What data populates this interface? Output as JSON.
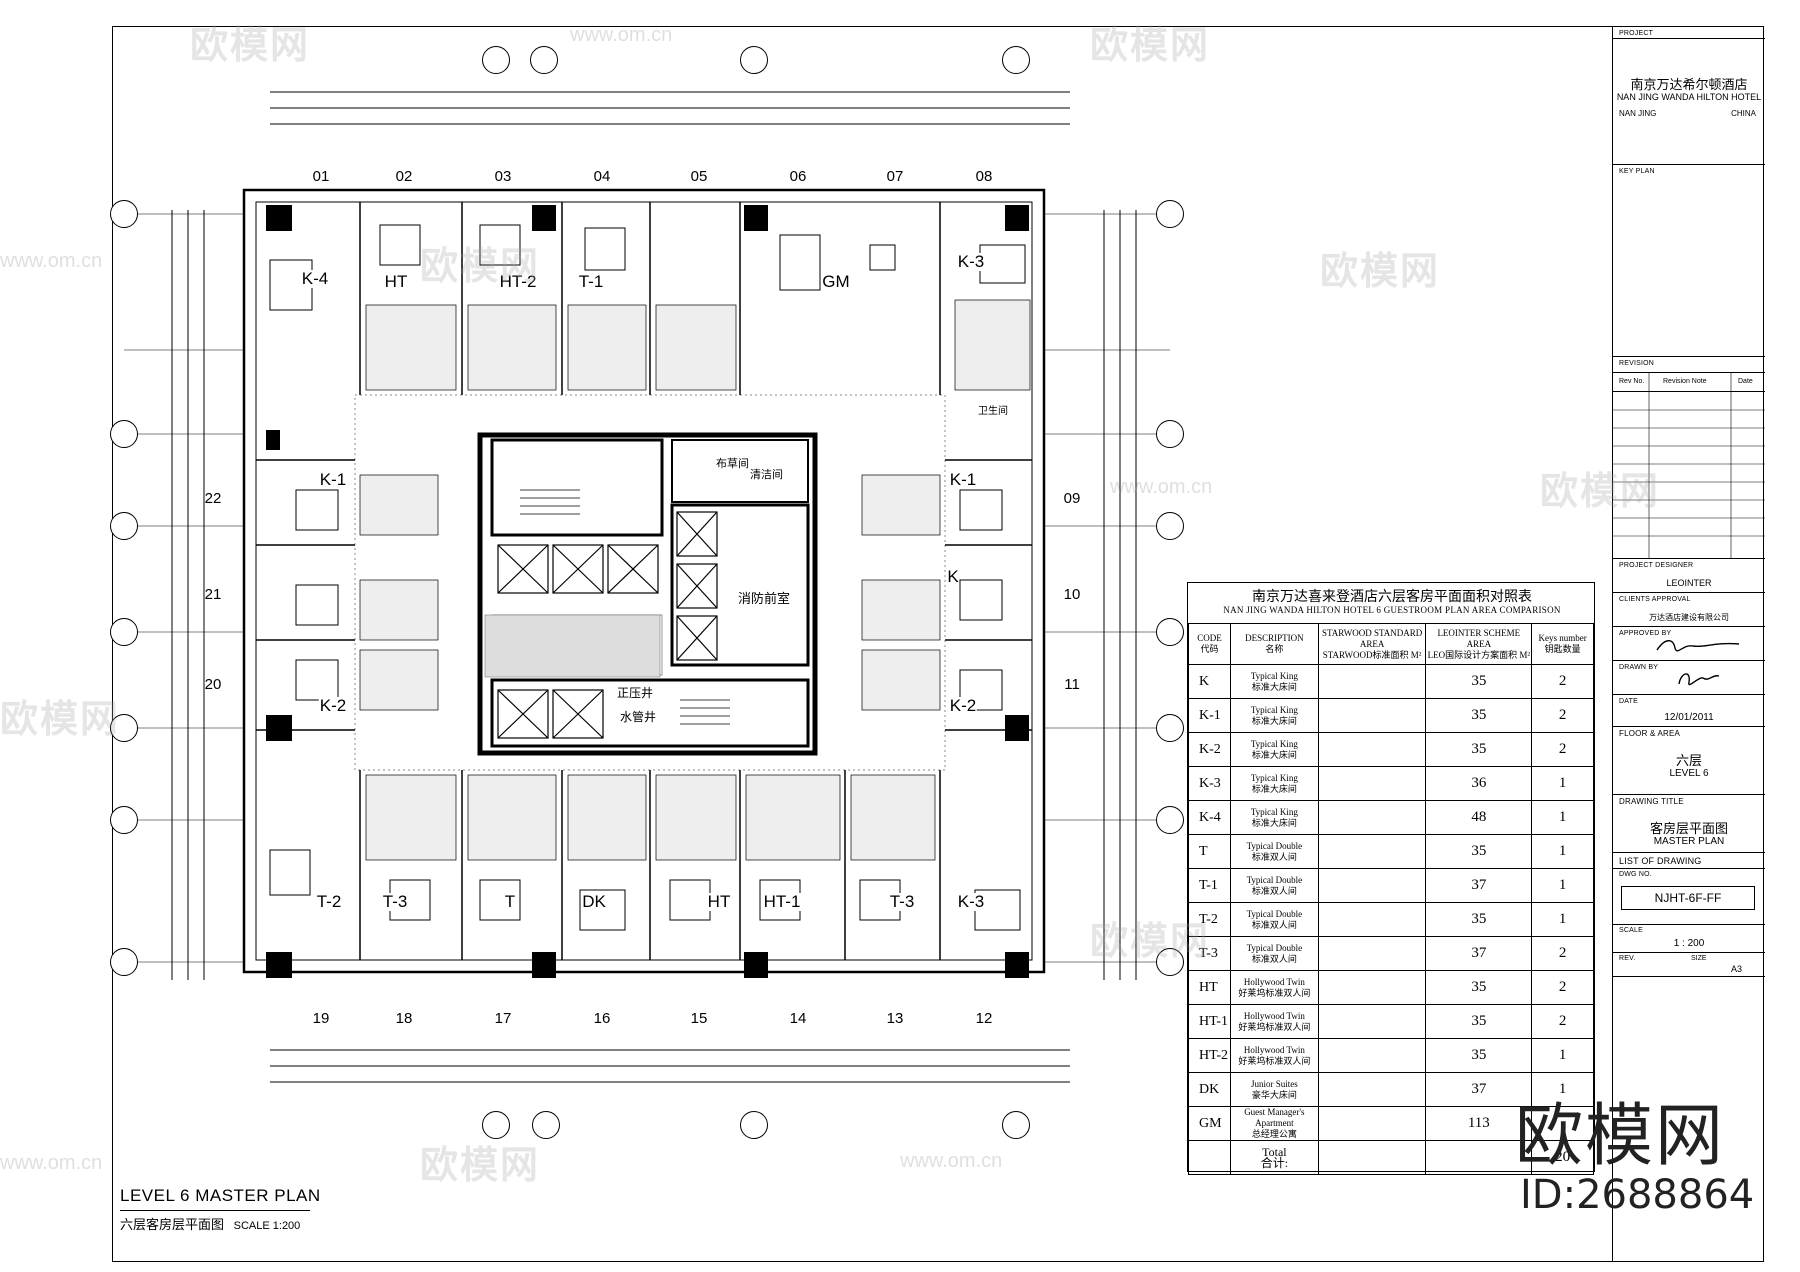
{
  "project": {
    "label": "PROJECT",
    "name_cn": "南京万达希尔顿酒店",
    "name_en": "NAN JING WANDA HILTON HOTEL",
    "city": "NAN JING",
    "country": "CHINA"
  },
  "title_block": {
    "key_plan_label": "KEY PLAN",
    "revision_label": "REVISION",
    "rev_no_header": "Rev No.",
    "revision_note_header": "Revision Note",
    "date_header": "Date",
    "project_designer_label": "PROJECT DESIGNER",
    "project_designer": "LEOINTER",
    "clients_approval_label": "CLIENTS APPROVAL",
    "clients_approval": "万达酒店建设有限公司",
    "approved_by_label": "APPROVED BY",
    "drawn_by_label": "DRAWN BY",
    "date_label": "DATE",
    "date": "12/01/2011",
    "floor_area_label": "FLOOR & AREA",
    "floor_cn": "六层",
    "floor_en": "LEVEL 6",
    "drawing_title_label": "DRAWING TITLE",
    "drawing_title_cn": "客房层平面图",
    "drawing_title_en": "MASTER PLAN",
    "list_of_drawing_label": "LIST OF DRAWING",
    "dwg_no_label": "DWG NO.",
    "dwg_no": "NJHT-6F-FF",
    "scale_label": "SCALE",
    "scale": "1 : 200",
    "rev_label": "REV.",
    "size_label": "SIZE",
    "size": "A3"
  },
  "plan": {
    "top_grid": [
      "01",
      "02",
      "03",
      "04",
      "05",
      "06",
      "07",
      "08"
    ],
    "bottom_grid": [
      "19",
      "18",
      "17",
      "16",
      "15",
      "14",
      "13",
      "12"
    ],
    "left_grid": [
      "22",
      "21",
      "20"
    ],
    "right_grid": [
      "09",
      "10",
      "11"
    ],
    "rooms": [
      "K-4",
      "HT",
      "HT-2",
      "T-1",
      "GM",
      "K-3",
      "K-1",
      "K-1",
      "K",
      "K-2",
      "K-2",
      "T-2",
      "T-3",
      "T",
      "DK",
      "HT",
      "HT-1",
      "T-3",
      "K-3"
    ],
    "core_labels": {
      "fire_room": "消防前室",
      "zheng_ya": "正压井",
      "water_pipe": "水管井",
      "linen": "布草间",
      "cleaning": "清洁间",
      "weisheng": "卫生间"
    }
  },
  "area_table": {
    "title_cn": "南京万达喜来登酒店六层客房平面面积对照表",
    "title_en": "NAN JING WANDA  HILTON  HOTEL 6 GUESTROOM PLAN AREA COMPARISON",
    "headers": [
      [
        "CODE",
        "代码"
      ],
      [
        "DESCRIPTION",
        "名称"
      ],
      [
        "STARWOOD STANDARD AREA",
        "STARWOOD标准面积 M²"
      ],
      [
        "LEOINTER SCHEME AREA",
        "LEO国际设计方案面积 M²"
      ],
      [
        "Keys number",
        "钥匙数量"
      ]
    ],
    "rows": [
      {
        "code": "K",
        "desc_en": "Typical King",
        "desc_cn": "标准大床间",
        "area": "35",
        "keys": "2"
      },
      {
        "code": "K-1",
        "desc_en": "Typical King",
        "desc_cn": "标准大床间",
        "area": "35",
        "keys": "2"
      },
      {
        "code": "K-2",
        "desc_en": "Typical King",
        "desc_cn": "标准大床间",
        "area": "35",
        "keys": "2"
      },
      {
        "code": "K-3",
        "desc_en": "Typical King",
        "desc_cn": "标准大床间",
        "area": "36",
        "keys": "1"
      },
      {
        "code": "K-4",
        "desc_en": "Typical King",
        "desc_cn": "标准大床间",
        "area": "48",
        "keys": "1"
      },
      {
        "code": "T",
        "desc_en": "Typical Double",
        "desc_cn": "标准双人间",
        "area": "35",
        "keys": "1"
      },
      {
        "code": "T-1",
        "desc_en": "Typical Double",
        "desc_cn": "标准双人间",
        "area": "37",
        "keys": "1"
      },
      {
        "code": "T-2",
        "desc_en": "Typical Double",
        "desc_cn": "标准双人间",
        "area": "35",
        "keys": "1"
      },
      {
        "code": "T-3",
        "desc_en": "Typical Double",
        "desc_cn": "标准双人间",
        "area": "37",
        "keys": "2"
      },
      {
        "code": "HT",
        "desc_en": "Hollywood Twin",
        "desc_cn": "好莱坞标准双人间",
        "area": "35",
        "keys": "2"
      },
      {
        "code": "HT-1",
        "desc_en": "Hollywood Twin",
        "desc_cn": "好莱坞标准双人间",
        "area": "35",
        "keys": "2"
      },
      {
        "code": "HT-2",
        "desc_en": "Hollywood Twin",
        "desc_cn": "好莱坞标准双人间",
        "area": "35",
        "keys": "1"
      },
      {
        "code": "DK",
        "desc_en": "Junior Suites",
        "desc_cn": "豪华大床间",
        "area": "37",
        "keys": "1"
      },
      {
        "code": "GM",
        "desc_en": "Guest Manager's Apartment",
        "desc_cn": "总经理公寓",
        "area": "113",
        "keys": ""
      }
    ],
    "total_en": "Total",
    "total_cn": "合计:",
    "total_keys": "20"
  },
  "bottom_title": {
    "en": "LEVEL 6 MASTER PLAN",
    "cn": "六层客房层平面图",
    "scale": "SCALE 1:200"
  },
  "watermark": {
    "brand": "欧模网",
    "url": "www.om.cn",
    "id": "ID:2688864"
  }
}
